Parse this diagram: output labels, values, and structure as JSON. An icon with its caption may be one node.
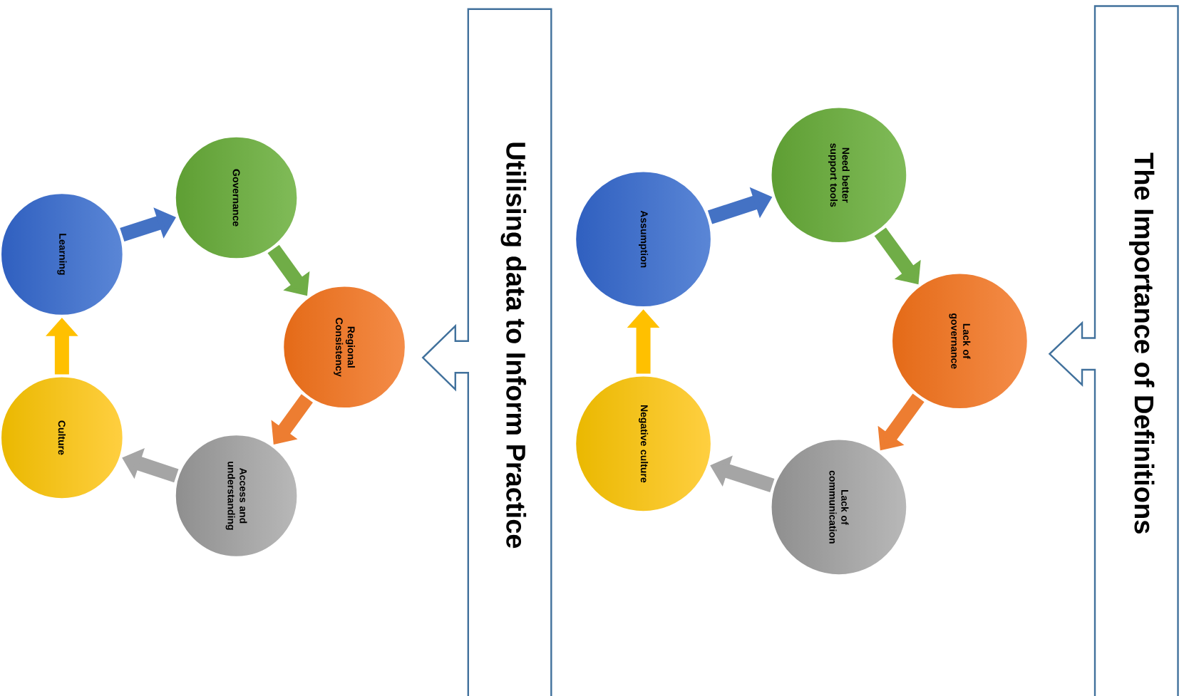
{
  "diagram": {
    "nodes": [
      {
        "text": [
          "Learning"
        ]
      },
      {
        "text": [
          "Governance"
        ]
      },
      {
        "text": [
          "Regional Consistency"
        ]
      },
      {
        "text": [
          "Access and understanding"
        ]
      },
      {
        "text": [
          "Culture"
        ]
      },
      {
        "text": [
          "Utilising data to Inform Practice"
        ]
      },
      {
        "text": [
          "Assumption"
        ]
      },
      {
        "text": [
          "Need better support tools"
        ]
      },
      {
        "text": [
          "Lack of governance"
        ]
      },
      {
        "text": [
          "Lack of communication"
        ]
      },
      {
        "text": [
          "Negative culture"
        ]
      },
      {
        "text": [
          "The Importance of Definitions"
        ]
      }
    ],
    "edges": [
      {
        "from": 0,
        "to": 1,
        "arrow": "to",
        "color": "#4472c4"
      },
      {
        "from": 1,
        "to": 2,
        "arrow": "to",
        "color": "#70ad47"
      },
      {
        "from": 2,
        "to": 3,
        "arrow": "to",
        "color": "#ed7d31"
      },
      {
        "from": 3,
        "to": 4,
        "arrow": "to",
        "color": "#a5a5a5"
      },
      {
        "from": 4,
        "to": 0,
        "arrow": "to",
        "color": "#ffc000"
      },
      {
        "from": 6,
        "to": 7,
        "arrow": "to",
        "color": "#4472c4"
      },
      {
        "from": 7,
        "to": 8,
        "arrow": "to",
        "color": "#70ad47"
      },
      {
        "from": 8,
        "to": 9,
        "arrow": "to",
        "color": "#ed7d31"
      },
      {
        "from": 9,
        "to": 10,
        "arrow": "to",
        "color": "#a5a5a5"
      },
      {
        "from": 10,
        "to": 6,
        "arrow": "to",
        "color": "#ffc000"
      }
    ]
  }
}
